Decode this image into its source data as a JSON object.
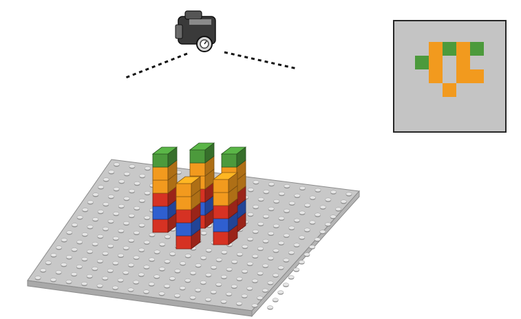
{
  "colors": {
    "background": "#ffffff",
    "baseplate": "#c8c8c8",
    "stud": "#e6e6e6",
    "panel_bg": "#c4c4c4",
    "panel_border": "#262626",
    "green": "#4c9a3c",
    "orange": "#f29a1e",
    "red": "#d63223",
    "blue": "#2f5fd0",
    "camera": "#3a3a3a"
  },
  "icons": {
    "camera": "camera-icon"
  },
  "top_view": {
    "cells": [
      {
        "col": 1,
        "row": 0,
        "color": "orange"
      },
      {
        "col": 2,
        "row": 0,
        "color": "green"
      },
      {
        "col": 3,
        "row": 0,
        "color": "orange"
      },
      {
        "col": 4,
        "row": 0,
        "color": "green"
      },
      {
        "col": 0,
        "row": 1,
        "color": "green"
      },
      {
        "col": 1,
        "row": 1,
        "color": "orange"
      },
      {
        "col": 3,
        "row": 1,
        "color": "orange"
      },
      {
        "col": 1,
        "row": 2,
        "color": "orange"
      },
      {
        "col": 3,
        "row": 2,
        "color": "orange"
      },
      {
        "col": 4,
        "row": 2,
        "color": "orange"
      },
      {
        "col": 2,
        "row": 3,
        "color": "orange"
      }
    ]
  },
  "towers": [
    {
      "name": "back-left",
      "layers": [
        "red",
        "blue",
        "red",
        "orange",
        "orange",
        "green"
      ]
    },
    {
      "name": "back-middle",
      "layers": [
        "red",
        "blue",
        "red",
        "orange",
        "orange",
        "green"
      ]
    },
    {
      "name": "back-right",
      "layers": [
        "red",
        "blue",
        "red",
        "orange",
        "orange",
        "green"
      ]
    },
    {
      "name": "front-left",
      "layers": [
        "red",
        "blue",
        "red",
        "orange",
        "orange"
      ]
    },
    {
      "name": "front-right",
      "layers": [
        "red",
        "blue",
        "red",
        "orange",
        "orange"
      ]
    }
  ]
}
